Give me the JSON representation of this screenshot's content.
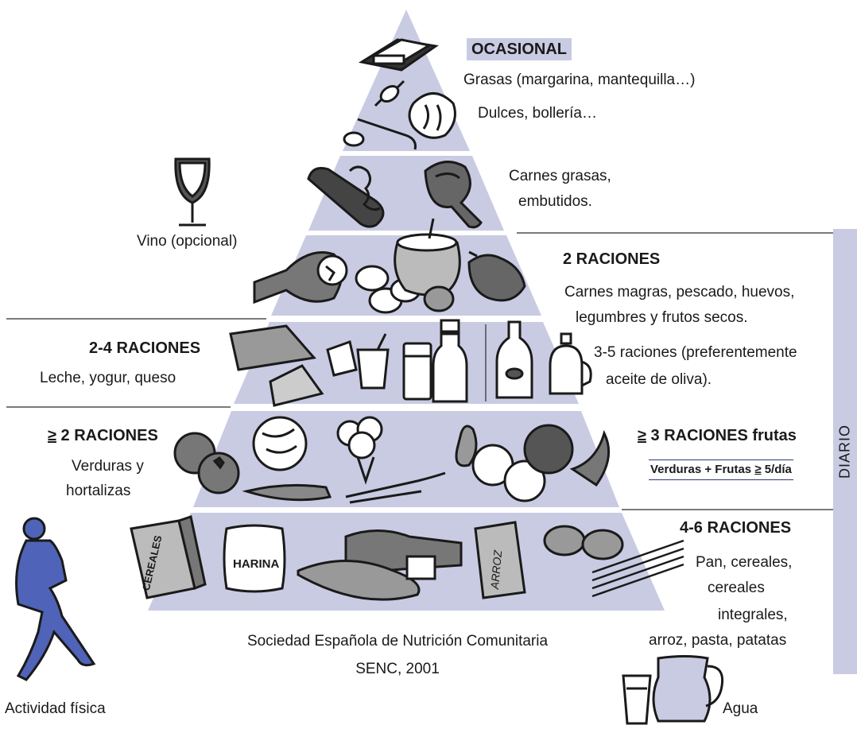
{
  "colors": {
    "band": "#c9cbe3",
    "line": "#2a2a2a",
    "accent": "#2a3a78"
  },
  "tiers": {
    "ocasional": {
      "heading": "OCASIONAL",
      "line1": "Grasas (margarina, mantequilla…)",
      "line2": "Dulces, bollería…"
    },
    "meats": {
      "line1": "Carnes grasas,",
      "line2": "embutidos."
    },
    "wine": {
      "label": "Vino (opcional)"
    },
    "protein": {
      "heading": "2 RACIONES",
      "line1": "Carnes magras, pescado, huevos,",
      "line2": "legumbres y frutos secos."
    },
    "dairy": {
      "heading": "2-4 RACIONES",
      "line1": "Leche, yogur, queso"
    },
    "oil": {
      "line1": "3-5 raciones (preferentemente",
      "line2": "aceite de oliva)."
    },
    "veg": {
      "heading_sym": "≥",
      "heading": " 2 RACIONES",
      "line1": "Verduras y",
      "line2": "hortalizas"
    },
    "fruit": {
      "heading_sym": "≥",
      "heading": " 3 RACIONES frutas",
      "note_pre": "Verduras + Frutas ",
      "note_sym": "≥",
      "note_post": " 5/día"
    },
    "cereals": {
      "heading": "4-6 RACIONES",
      "line1": "Pan, cereales,",
      "line2": "cereales",
      "line3": "integrales,",
      "line4": "arroz, pasta, patatas"
    }
  },
  "side": {
    "diario": "DIARIO"
  },
  "package_labels": {
    "cereales": "CEREALES",
    "harina": "HARINA",
    "arroz": "ARROZ"
  },
  "footer": {
    "line1": "Sociedad Española de Nutrición Comunitaria",
    "line2": "SENC, 2001"
  },
  "activity": {
    "label": "Actividad física"
  },
  "water": {
    "label": "Agua"
  },
  "icons": [
    "butter-icon",
    "candy-icon",
    "croissant-icon",
    "candy-cane-icon",
    "sausage-icon",
    "ham-icon",
    "wine-glass-icon",
    "fish-icon",
    "eggs-icon",
    "legume-sack-icon",
    "nut-icon",
    "chicken-icon",
    "cheese-icon",
    "yogurt-icon",
    "milk-glass-icon",
    "milk-bottle-icon",
    "oil-bottle-icon",
    "oil-jug-icon",
    "tomato-icon",
    "lettuce-icon",
    "broccoli-icon",
    "carrot-icon",
    "leek-icon",
    "fruit-basket-icon",
    "cereal-box-icon",
    "flour-sack-icon",
    "bread-icon",
    "arroz-box-icon",
    "potato-icon",
    "pasta-icon",
    "runner-icon",
    "water-glass-icon",
    "water-pitcher-icon"
  ]
}
